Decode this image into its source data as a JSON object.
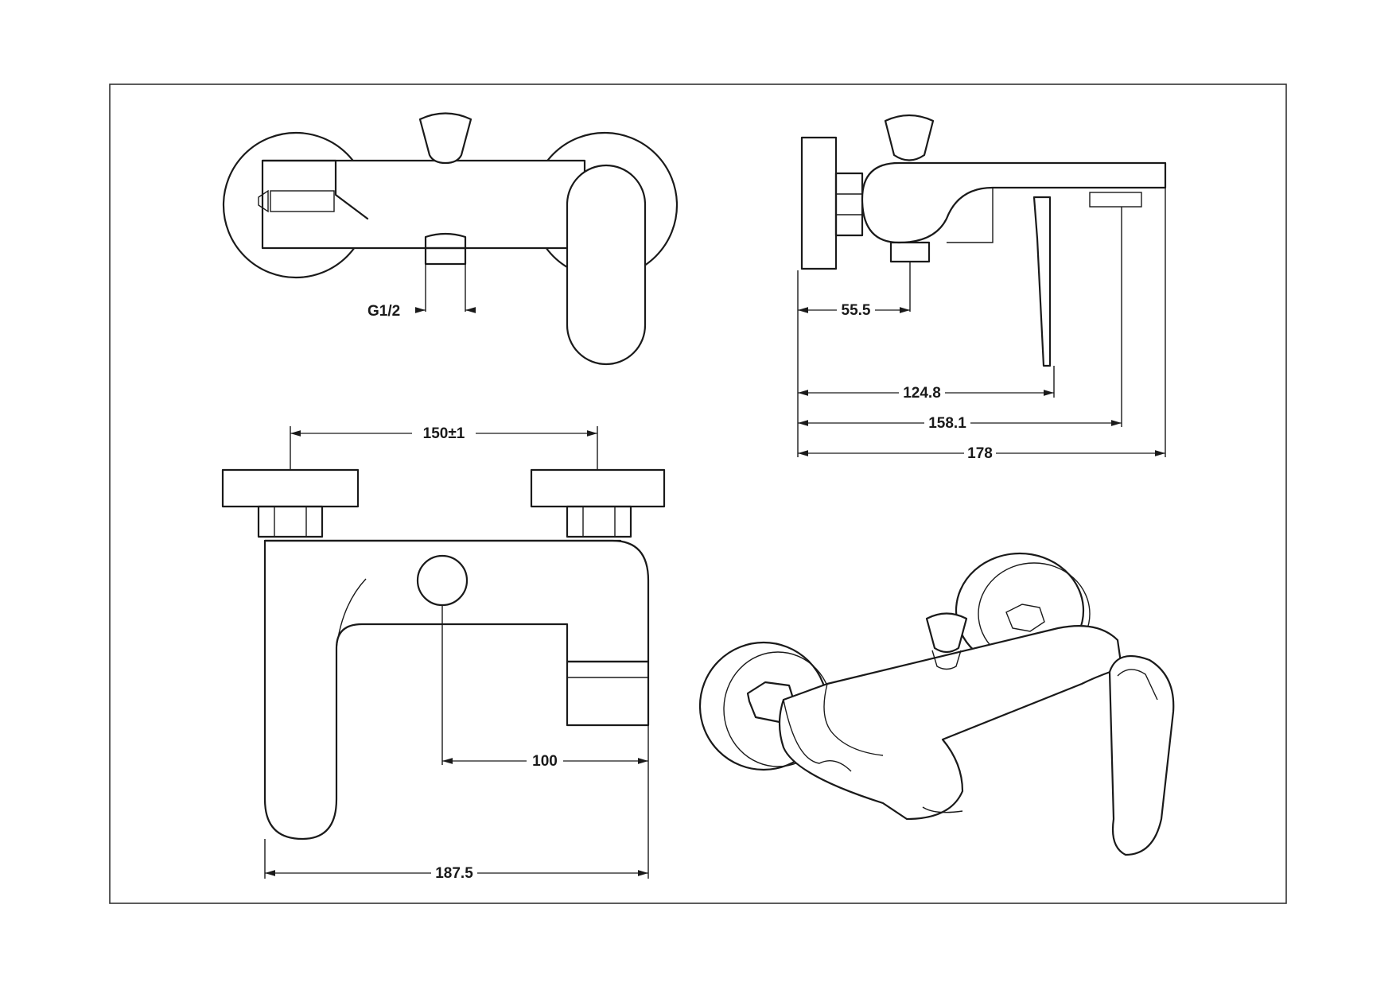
{
  "title": "",
  "dimensions": {
    "thread": "G1/2",
    "wall_to_inlet": "55.5",
    "wall_to_handle": "124.8",
    "wall_to_spout": "158.1",
    "overall_depth": "178",
    "center_distance": "150±1",
    "spout_offset": "100",
    "overall_width": "187.5"
  },
  "colors": {
    "line": "#1a1a1a",
    "background": "#ffffff",
    "frame": "#333333"
  }
}
